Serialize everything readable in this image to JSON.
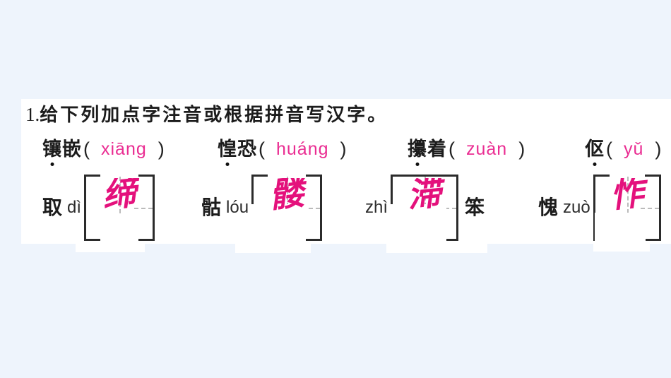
{
  "colors": {
    "page_bg": "#eef4fc",
    "panel_bg": "#ffffff",
    "ink": "#1c1c1c",
    "pinyin_pink": "#ea2d92",
    "handwriting_pink": "#e4117c",
    "bracket": "#2b2b2b",
    "guide_dash": "#bbbbbb"
  },
  "title": {
    "number": "1.",
    "text": "给下列加点字注音或根据拼音写汉字。"
  },
  "punct": {
    "open": "(",
    "close": ")"
  },
  "row1": {
    "items": [
      {
        "word_dotted": "镶",
        "word_rest": "嵌",
        "pinyin": "xiāng"
      },
      {
        "word_dotted": "惶",
        "word_rest": "恐",
        "pinyin": "huáng"
      },
      {
        "word_dotted": "攥",
        "word_rest": "着",
        "pinyin": "zuàn"
      },
      {
        "word_dotted": "伛",
        "word_rest": "",
        "pinyin": "yǔ"
      }
    ]
  },
  "row2": {
    "items": [
      {
        "prefix": "取",
        "pinyin": "dì",
        "answer": "缔",
        "suffix": ""
      },
      {
        "prefix": "骷",
        "pinyin": "lóu",
        "answer": "髅",
        "suffix": ""
      },
      {
        "prefix": "",
        "pinyin": "zhì",
        "answer": "滞",
        "suffix": "笨"
      },
      {
        "prefix": "愧",
        "pinyin": "zuò",
        "answer": "怍",
        "suffix": ""
      }
    ]
  }
}
